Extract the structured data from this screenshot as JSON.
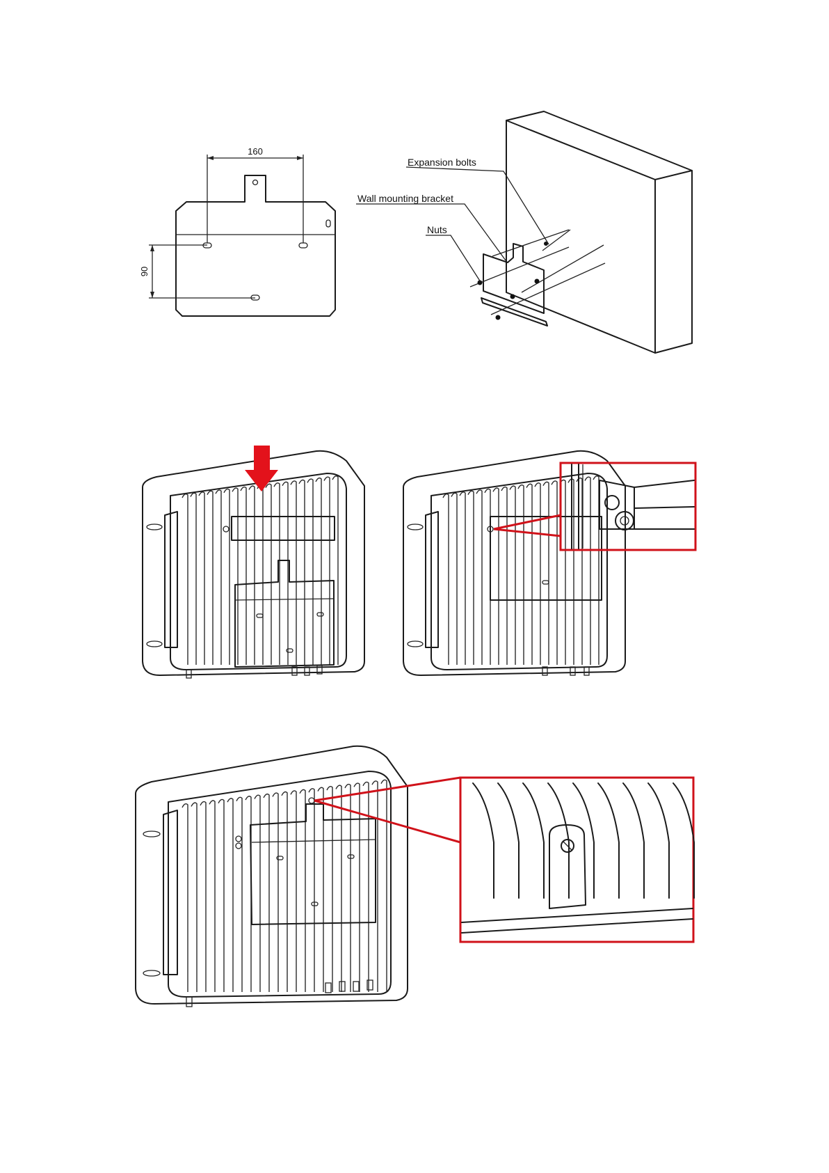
{
  "bracket_drawing": {
    "dim_horizontal": "160",
    "dim_vertical": "90"
  },
  "wall_drawing": {
    "label_expansion_bolts": "Expansion bolts",
    "label_wall_bracket": "Wall mounting bracket",
    "label_nuts": "Nuts"
  },
  "colors": {
    "arrow": "#e3121b",
    "callout": "#d0121a",
    "line": "#1a1a1a"
  }
}
